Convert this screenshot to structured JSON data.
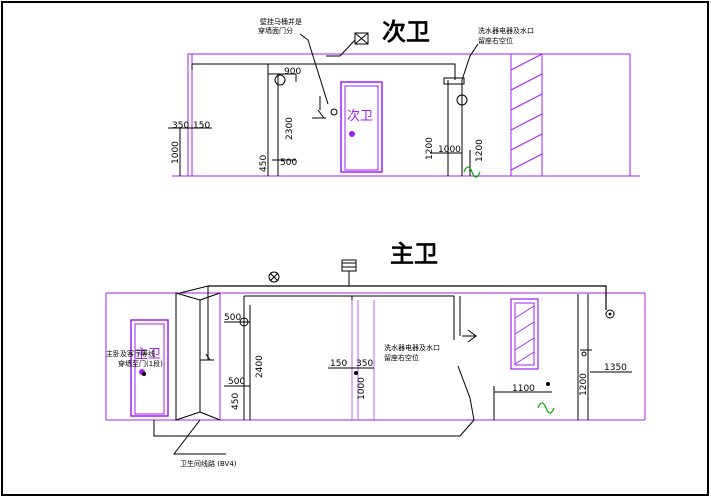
{
  "colors": {
    "wall": "#a020f0",
    "line": "#000000",
    "pipe": "#000000",
    "ground": "#00aa00",
    "border": "#000000",
    "door_label": "#a020f0"
  },
  "top": {
    "title": "次卫",
    "door_label": "次卫",
    "note_left_1": "壁挂马桶并是",
    "note_left_2": "穿墙面门分",
    "note_right_1": "洗水器电器及水口",
    "note_right_2": "留座右空位",
    "dims": {
      "d350": "350",
      "d150": "150",
      "d1000": "1000",
      "d900": "900",
      "d2300": "2300",
      "d450": "450",
      "d500": "500",
      "d1000b": "1000",
      "d1200": "1200",
      "d1200b": "1200"
    }
  },
  "bottom": {
    "title": "主卫",
    "door_label": "主卫",
    "note_door_1": "主卧及客厅等线",
    "note_door_2": "穿墙至门(1段)",
    "note_mid_1": "洗水器电器及水口",
    "note_mid_2": "留座右空位",
    "note_bottom": "卫生间线路 (BV4)",
    "dims": {
      "d500a": "500",
      "d2400": "2400",
      "d500b": "500",
      "d450": "450",
      "d150": "150",
      "d350": "350",
      "d1000": "1000",
      "d1100": "1100",
      "d1200": "1200",
      "d1350": "1350"
    }
  },
  "icons": [
    "exhaust-fan-icon",
    "light-fixture-icon",
    "outlet-icon",
    "shower-icon",
    "ground-symbol-icon"
  ]
}
